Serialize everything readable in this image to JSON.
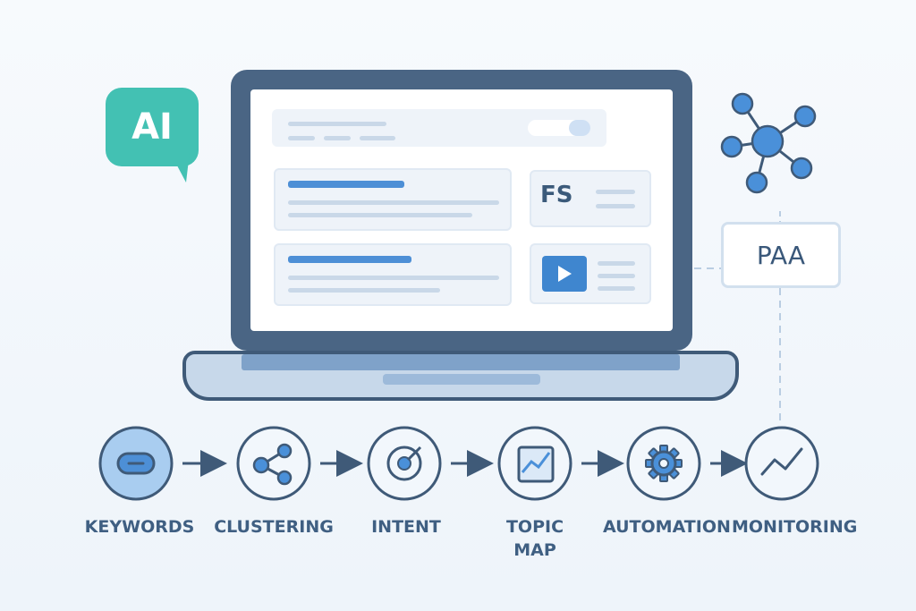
{
  "badge": {
    "ai_label": "AI"
  },
  "screen": {
    "featured_snippet_label": "FS"
  },
  "paa": {
    "label": "PAA"
  },
  "steps": [
    {
      "label": "KEYWORDS"
    },
    {
      "label": "CLUSTERING"
    },
    {
      "label": "INTENT"
    },
    {
      "label": "TOPIC MAP"
    },
    {
      "label": "AUTOMATION"
    },
    {
      "label": "MONITORING"
    }
  ],
  "colors": {
    "teal": "#43c1b3",
    "laptop_frame": "#4a6584",
    "accent_blue": "#4d8fd6",
    "node_blue": "#4a90d9",
    "label_text": "#3f5f82"
  }
}
